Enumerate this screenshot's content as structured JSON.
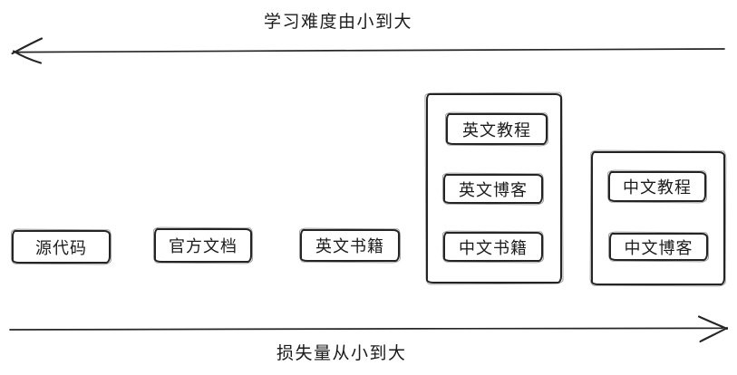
{
  "diagram": {
    "top_axis": {
      "label": "学习难度由小到大",
      "arrow_direction": "left"
    },
    "bottom_axis": {
      "label": "损失量从小到大",
      "arrow_direction": "right"
    },
    "standalone_boxes": [
      {
        "label": "源代码"
      },
      {
        "label": "官方文档"
      },
      {
        "label": "英文书籍"
      }
    ],
    "groups": [
      {
        "items": [
          {
            "label": "英文教程"
          },
          {
            "label": "英文博客"
          },
          {
            "label": "中文书籍"
          }
        ]
      },
      {
        "items": [
          {
            "label": "中文教程"
          },
          {
            "label": "中文博客"
          }
        ]
      }
    ],
    "colors": {
      "stroke": "#242424",
      "background": "#ffffff"
    }
  }
}
